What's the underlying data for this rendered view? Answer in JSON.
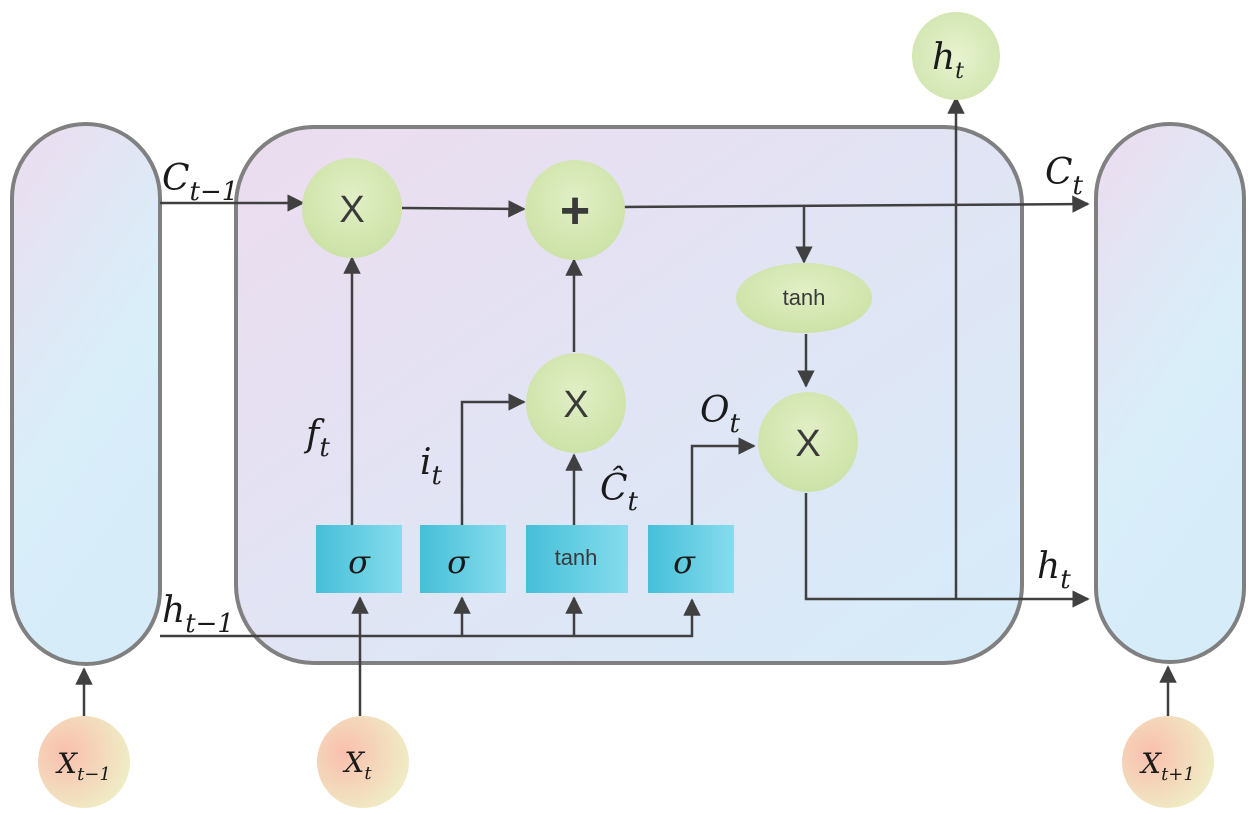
{
  "diagram": {
    "labels": {
      "c_prev_main": "C",
      "c_prev_sub": "t−1",
      "c_next_main": "C",
      "c_next_sub": "t",
      "h_prev_main": "h",
      "h_prev_sub": "t−1",
      "h_out_main": "h",
      "h_out_sub": "t",
      "h_top_main": "h",
      "h_top_sub": "t",
      "f_main": "f",
      "f_sub": "t",
      "i_main": "i",
      "i_sub": "t",
      "c_hat_main": "Ĉ",
      "c_hat_sub": "t",
      "o_main": "O",
      "o_sub": "t",
      "x_prev_main": "X",
      "x_prev_sub": "t−1",
      "x_cur_main": "X",
      "x_cur_sub": "t",
      "x_next_main": "X",
      "x_next_sub": "t+1"
    },
    "ops": {
      "forget_mult": "X",
      "add": "+",
      "input_mult": "X",
      "output_mult": "X",
      "tanh_cell": "tanh"
    },
    "gates": {
      "forget": "σ",
      "input": "σ",
      "candidate": "tanh",
      "output": "σ"
    },
    "colors": {
      "cell_tint_a": "#ecdcef",
      "cell_tint_b": "#d8ecf8",
      "op_circle": "#d6e8b4",
      "gate_box": "#55c6dc",
      "input_circle": "#f8c9b4",
      "stroke": "#808080",
      "arrow": "#404040"
    }
  }
}
